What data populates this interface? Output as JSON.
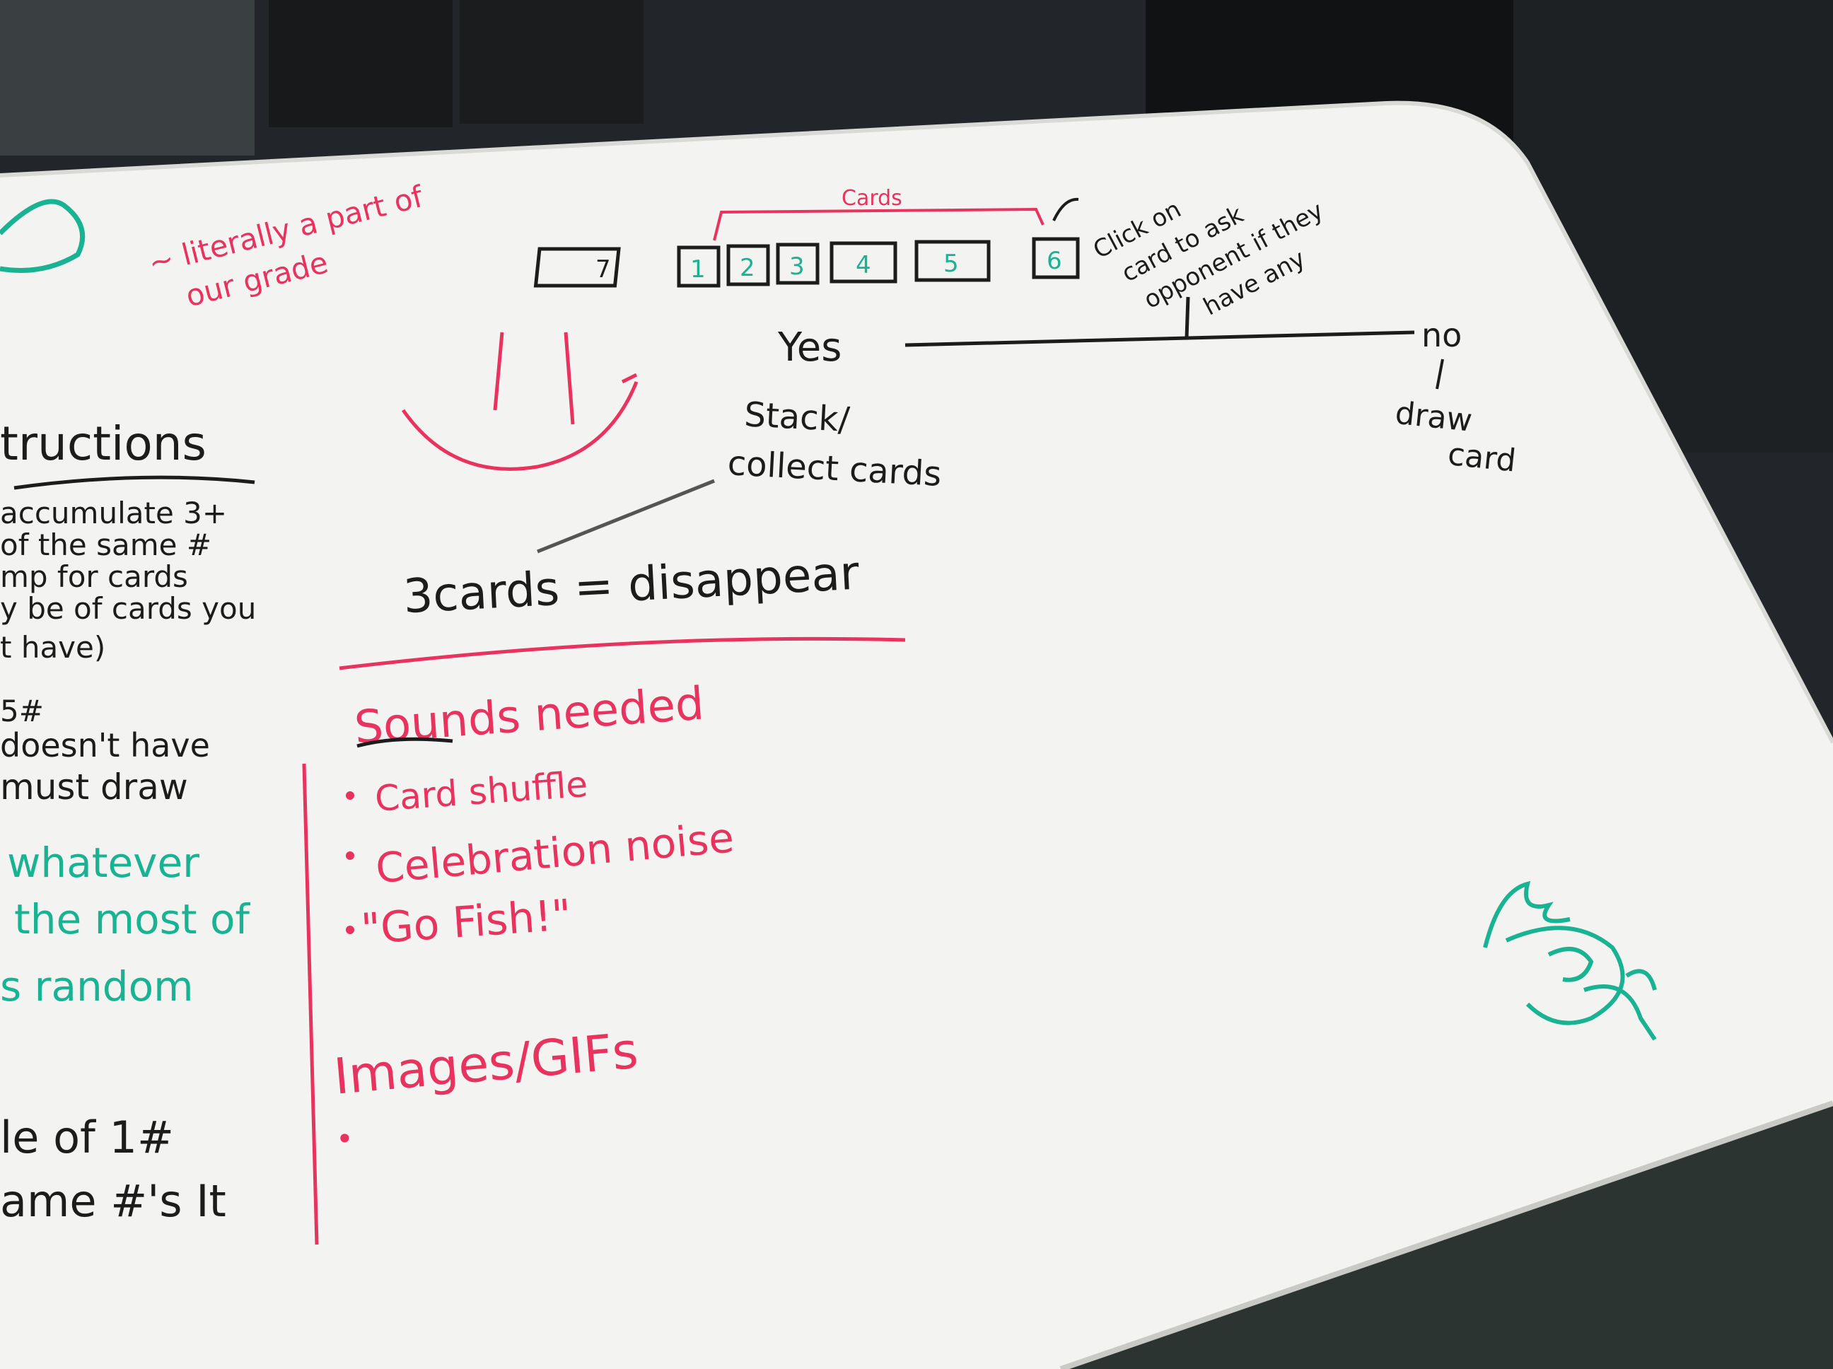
{
  "colors": {
    "room_dark": "#22262a",
    "carpet": "#2c3432",
    "board_white": "#f3f3f1",
    "board_edge": "#d9d9d6",
    "ink_black": "#1c1c1c",
    "ink_red": "#e8335f",
    "ink_green": "#19b393"
  },
  "board": {
    "top_note": {
      "line1": "~ literally a part of",
      "line2": "our grade"
    },
    "cards_diagram": {
      "cards_label": "Cards",
      "card_numbers": [
        "7",
        "1",
        "2",
        "3",
        "4",
        "5",
        "6"
      ],
      "click_note": [
        "Click on",
        "card to ask",
        "opponent if they",
        "have any"
      ],
      "yes_label": "Yes",
      "no_label": "no",
      "yes_result": [
        "Stack/",
        "collect cards"
      ],
      "no_result": [
        "draw",
        "card"
      ],
      "disappear_rule": "3cards = disappear"
    },
    "instructions": {
      "heading": "tructions",
      "lines_black": [
        "accumulate 3+",
        "of the same #",
        "mp for cards",
        "y be of cards you",
        "t have)",
        "5#",
        "doesn't have",
        "must draw"
      ],
      "lines_green": [
        "whatever",
        "the most of",
        "s random"
      ],
      "lines_bottom": [
        "le of 1#",
        "ame #'s It"
      ]
    },
    "sounds": {
      "heading": "Sounds needed",
      "items": [
        "Card shuffle",
        "Celebration noise",
        "\"Go Fish!\""
      ]
    },
    "images": {
      "heading": "Images/GIFs",
      "bullet": "•"
    }
  }
}
